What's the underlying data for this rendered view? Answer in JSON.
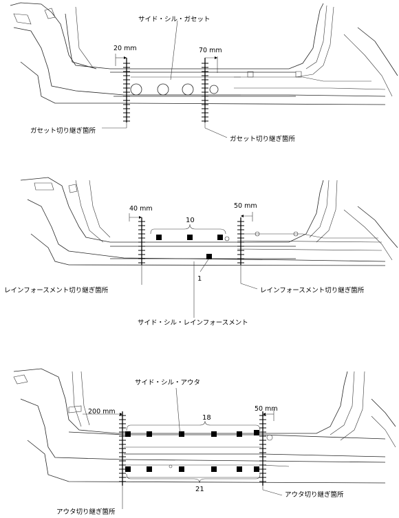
{
  "panels": [
    {
      "id": "gusset",
      "part_label": "サイド・シル・ガセット",
      "left_cut_label": "ガセット切り継ぎ箇所",
      "right_cut_label": "ガセット切り継ぎ箇所",
      "left_dim": "20 mm",
      "right_dim": "70 mm"
    },
    {
      "id": "reinforcement",
      "part_label": "サイド・シル・レインフォースメント",
      "left_cut_label": "レインフォースメント切り継ぎ箇所",
      "right_cut_label": "レインフォースメント切り継ぎ箇所",
      "left_dim": "40 mm",
      "right_dim": "50 mm",
      "weld_count_upper": "10",
      "weld_count_lower": "1"
    },
    {
      "id": "outer",
      "part_label": "サイド・シル・アウタ",
      "left_cut_label": "アウタ切り継ぎ箇所",
      "right_cut_label": "アウタ切り継ぎ箇所",
      "left_dim": "200 mm",
      "right_dim": "50 mm",
      "weld_count_upper": "18",
      "weld_count_lower": "21"
    }
  ]
}
